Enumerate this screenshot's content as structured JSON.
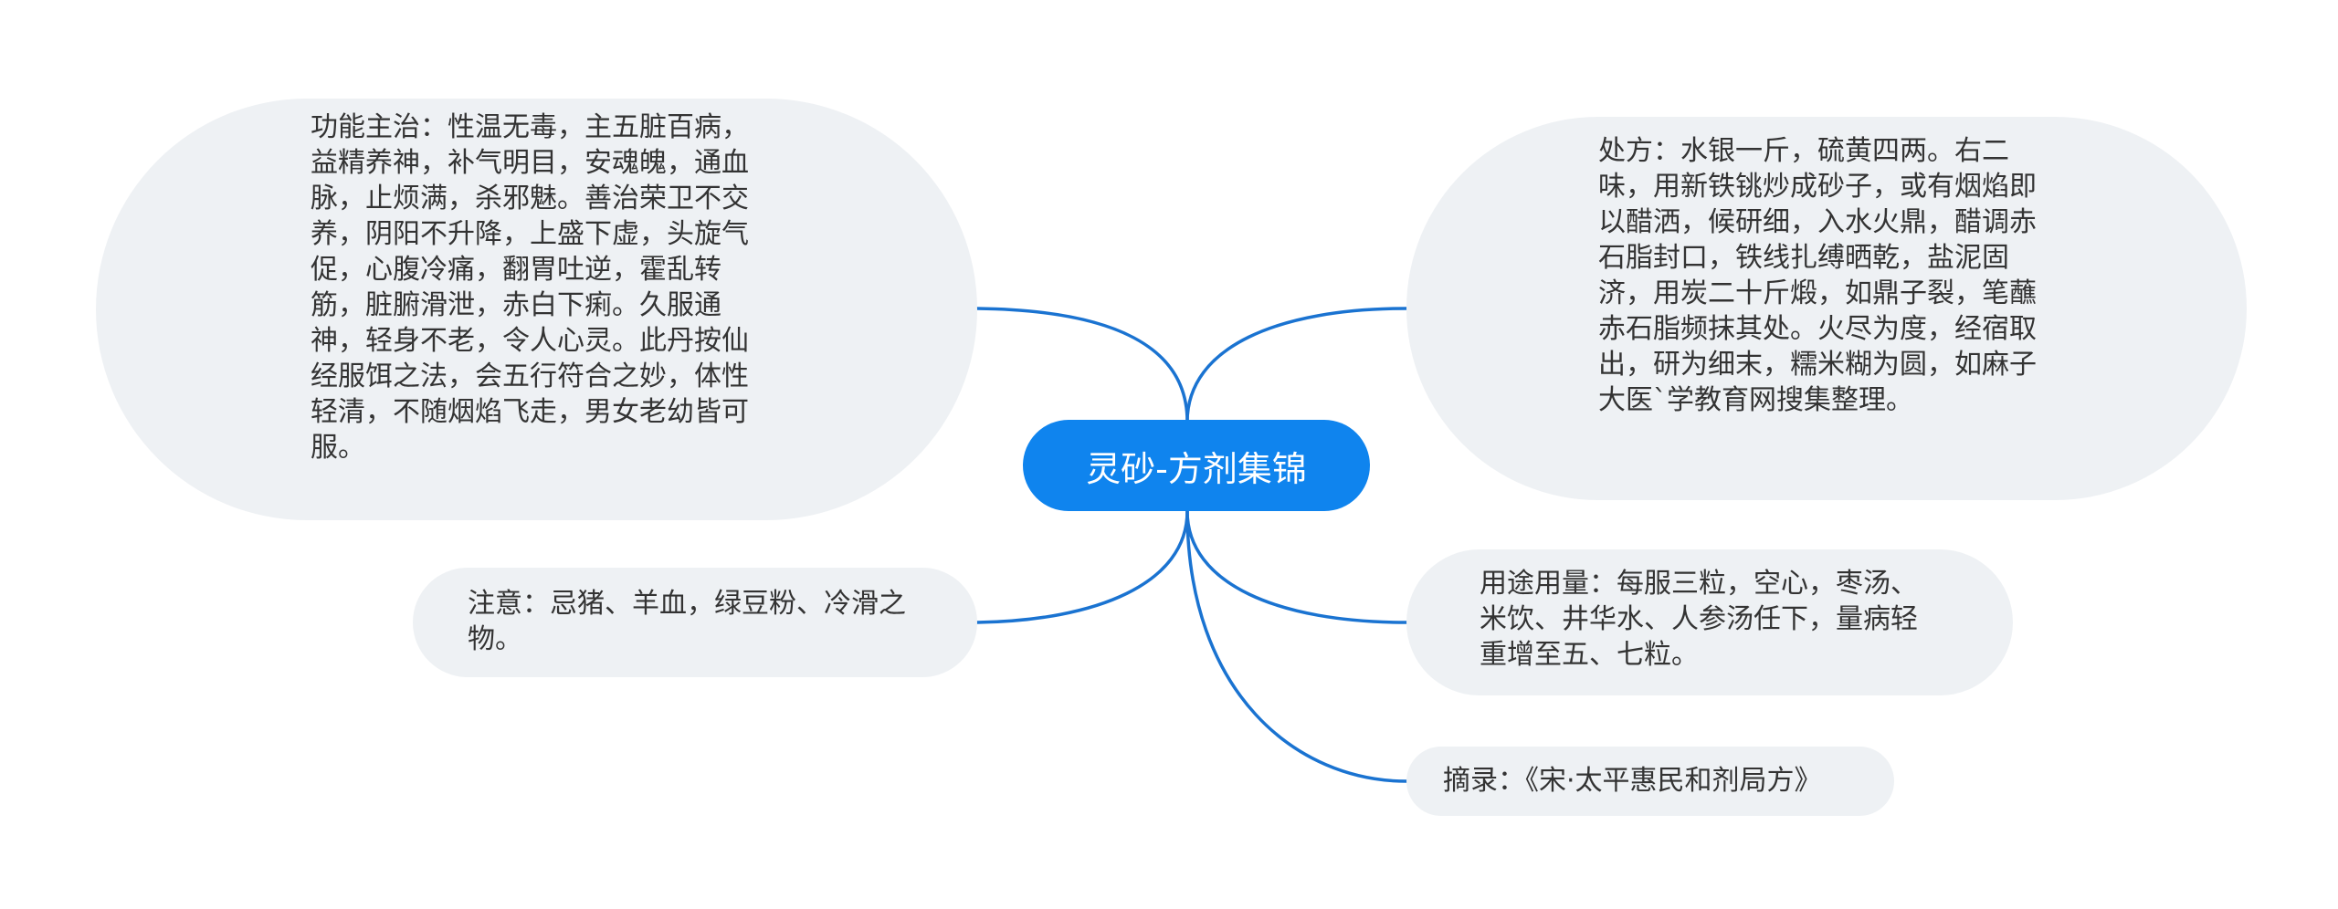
{
  "diagram": {
    "center": {
      "label": "灵砂-方剂集锦"
    },
    "nodes": [
      {
        "id": "func",
        "text": "功能主治：性温无毒，主五脏百病，益精养神，补气明目，安魂魄，通血脉，止烦满，杀邪魅。善治荣卫不交养，阴阳不升降，上盛下虚，头旋气促，心腹冷痛，翻胃吐逆，霍乱转筋，脏腑滑泄，赤白下痢。久服通神，轻身不老，令人心灵。此丹按仙经服饵之法，会五行符合之妙，体性轻清，不随烟焰飞走，男女老幼皆可服。"
      },
      {
        "id": "note",
        "text": "注意：忌猪、羊血，绿豆粉、冷滑之物。"
      },
      {
        "id": "recipe",
        "text": "处方：水银一斤，硫黄四两。右二味，用新铁铫炒成砂子，或有烟焰即以醋洒，候研细，入水火鼎，醋调赤石脂封口，铁线扎缚晒乾，盐泥固济，用炭二十斤煅，如鼎子裂，笔蘸赤石脂频抹其处。火尽为度，经宿取出，研为细末，糯米糊为圆，如麻子大医`学教育网搜集整理。"
      },
      {
        "id": "usage",
        "text": "用途用量：每服三粒，空心，枣汤、米饮、井华水、人参汤任下，量病轻重增至五、七粒。"
      },
      {
        "id": "source",
        "text": "摘录：《宋·太平惠民和剂局方》"
      }
    ]
  }
}
